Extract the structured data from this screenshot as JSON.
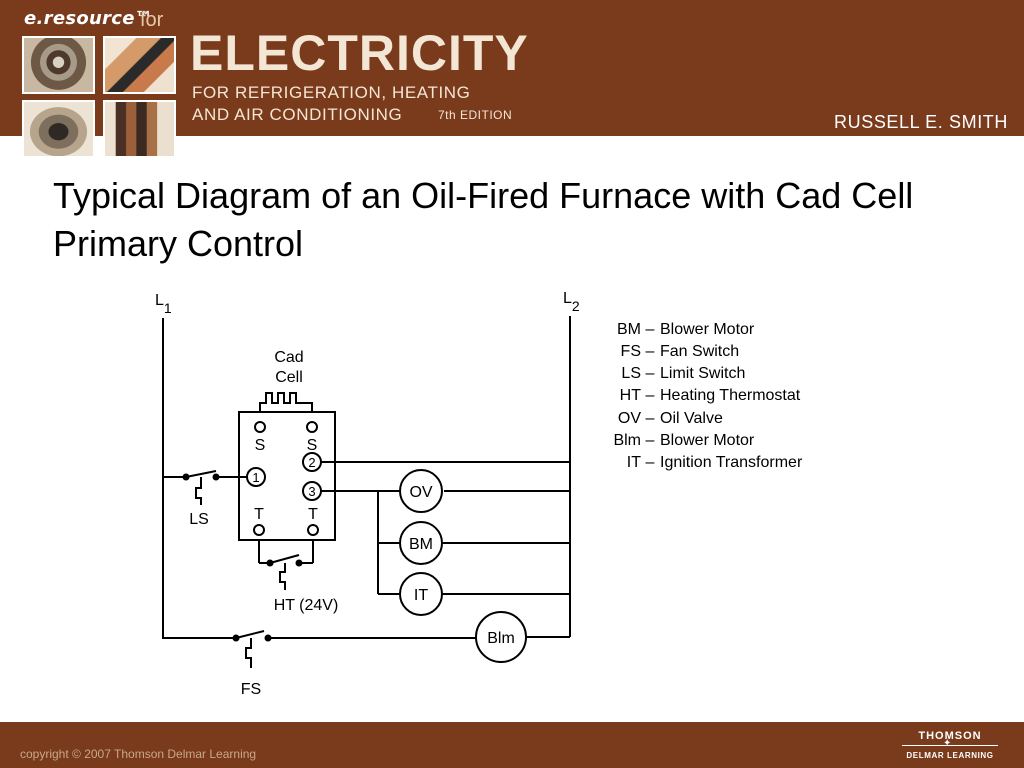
{
  "header": {
    "brand": "e.resource™",
    "brand_for": "for",
    "title": "ELECTRICITY",
    "subtitle_line1": "FOR REFRIGERATION, HEATING",
    "subtitle_line2": "AND AIR CONDITIONING",
    "edition": "7th EDITION",
    "author": "RUSSELL E. SMITH"
  },
  "slide": {
    "title": "Typical Diagram of an Oil-Fired Furnace with Cad Cell Primary Control"
  },
  "diagram": {
    "line1_letter": "L",
    "line1_sub": "1",
    "line2_letter": "L",
    "line2_sub": "2",
    "cad_cell_line1": "Cad",
    "cad_cell_line2": "Cell",
    "terminal_s_left": "S",
    "terminal_s_right": "S",
    "terminal_1": "1",
    "terminal_2": "2",
    "terminal_3": "3",
    "terminal_t_left": "T",
    "terminal_t_right": "T",
    "ls_label": "LS",
    "ht_label": "HT (24V)",
    "fs_label": "FS",
    "load_ov": "OV",
    "load_bm": "BM",
    "load_it": "IT",
    "load_blm": "Blm"
  },
  "legend": [
    {
      "code": "BM",
      "desc": "Blower Motor"
    },
    {
      "code": "FS",
      "desc": "Fan Switch"
    },
    {
      "code": "LS",
      "desc": "Limit Switch"
    },
    {
      "code": "HT",
      "desc": "Heating Thermostat"
    },
    {
      "code": "OV",
      "desc": "Oil Valve"
    },
    {
      "code": "Blm",
      "desc": "Blower Motor"
    },
    {
      "code": "IT",
      "desc": "Ignition Transformer"
    }
  ],
  "legend_separator": "–",
  "footer": {
    "copyright": "copyright © 2007 Thomson Delmar Learning",
    "publisher": "THOMSON",
    "publisher_sub": "DELMAR LEARNING"
  },
  "colors": {
    "header_bg": "#7a3a1c",
    "header_text": "#f3e6d4",
    "footer_bg": "#7a3a1c"
  }
}
